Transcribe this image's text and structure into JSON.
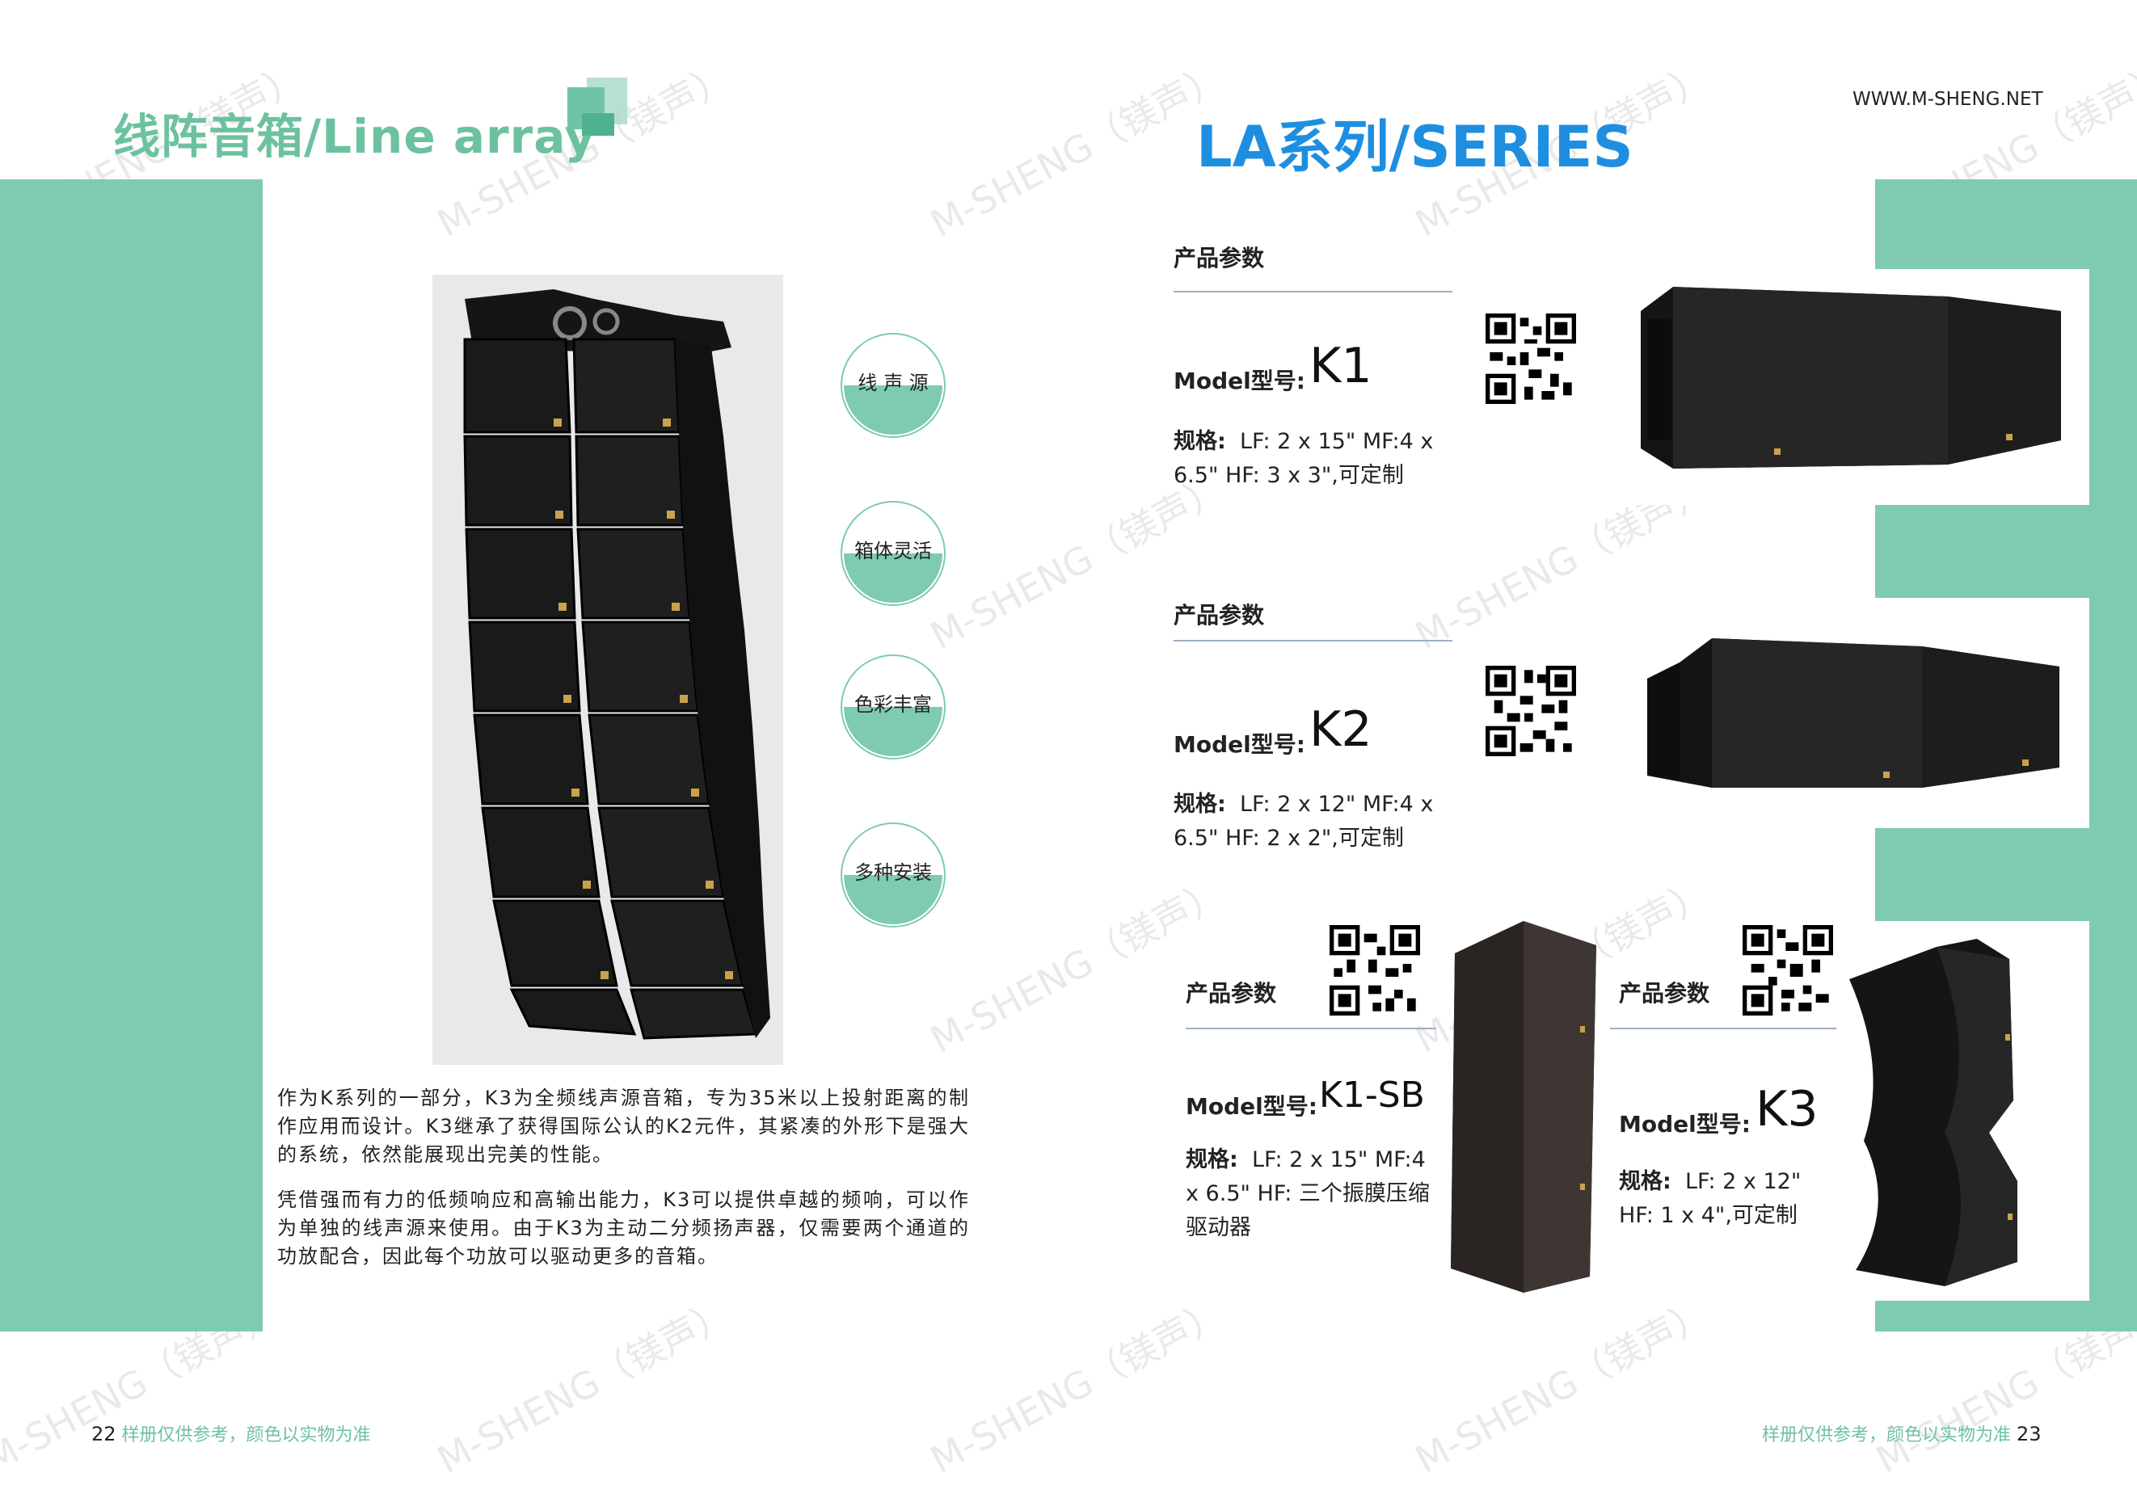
{
  "left_page": {
    "title": "线阵音箱/Line array",
    "badges": [
      "线 声 源",
      "箱体灵活",
      "色彩丰富",
      "多种安装"
    ],
    "paragraph_1": "作为K系列的一部分，K3为全频线声源音箱，专为35米以上投射距离的制作应用而设计。K3继承了获得国际公认的K2元件，其紧凑的外形下是强大的系统，依然能展现出完美的性能。",
    "paragraph_2": "凭借强而有力的低频响应和高输出能力，K3可以提供卓越的频响，可以作为单独的线声源来使用。由于K3为主动二分频扬声器，仅需要两个通道的功放配合，因此每个功放可以驱动更多的音箱。",
    "footer_page": "22",
    "footer_note": "样册仅供参考，颜色以实物为准"
  },
  "right_page": {
    "title": "LA系列/SERIES",
    "website": "WWW.M-SHENG.NET",
    "products": [
      {
        "section": "产品参数",
        "model_label": "Model型号:",
        "model": "K1",
        "spec_label": "规格:",
        "spec": "LF: 2 x 15\" MF:4 x 6.5\" HF: 3 x 3\",可定制"
      },
      {
        "section": "产品参数",
        "model_label": "Model型号:",
        "model": "K2",
        "spec_label": "规格:",
        "spec": "LF: 2 x 12\" MF:4 x 6.5\" HF: 2 x 2\",可定制"
      },
      {
        "section": "产品参数",
        "model_label": "Model型号:",
        "model": "K1-SB",
        "spec_label": "规格:",
        "spec": "LF: 2 x 15\" MF:4 x 6.5\" HF: 三个振膜压缩驱动器"
      },
      {
        "section": "产品参数",
        "model_label": "Model型号:",
        "model": "K3",
        "spec_label": "规格:",
        "spec": "LF: 2 x 12\" HF: 1 x 4\",可定制"
      }
    ],
    "footer_note": "样册仅供参考，颜色以实物为准",
    "footer_page": "23"
  },
  "watermark": "M-SHENG（镁声）",
  "colors": {
    "accent_green": "#7ecbaf",
    "title_blue": "#1e8fe0",
    "title_green": "#6cc29f"
  }
}
